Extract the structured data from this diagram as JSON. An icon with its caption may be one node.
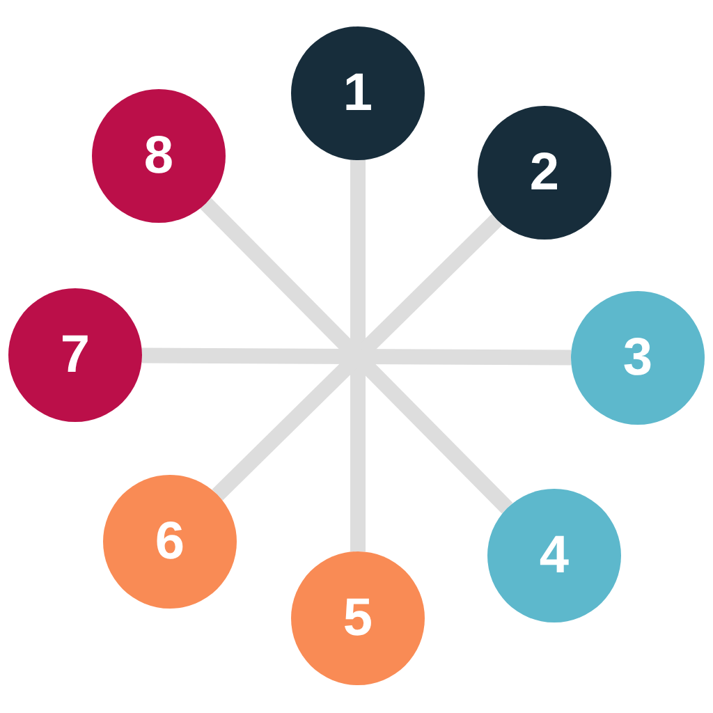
{
  "diagram": {
    "nodes": [
      {
        "text": [
          "1"
        ]
      },
      {
        "text": [
          "2"
        ]
      },
      {
        "text": [
          "3"
        ]
      },
      {
        "text": [
          "4"
        ]
      },
      {
        "text": [
          "5"
        ]
      },
      {
        "text": [
          "6"
        ]
      },
      {
        "text": [
          "7"
        ]
      },
      {
        "text": [
          "8"
        ]
      }
    ],
    "edges": [
      {
        "from": 0,
        "to": 4,
        "arrow": "none"
      },
      {
        "from": 1,
        "to": 5,
        "arrow": "none"
      },
      {
        "from": 2,
        "to": 6,
        "arrow": "none"
      },
      {
        "from": 3,
        "to": 7,
        "arrow": "none"
      }
    ]
  }
}
